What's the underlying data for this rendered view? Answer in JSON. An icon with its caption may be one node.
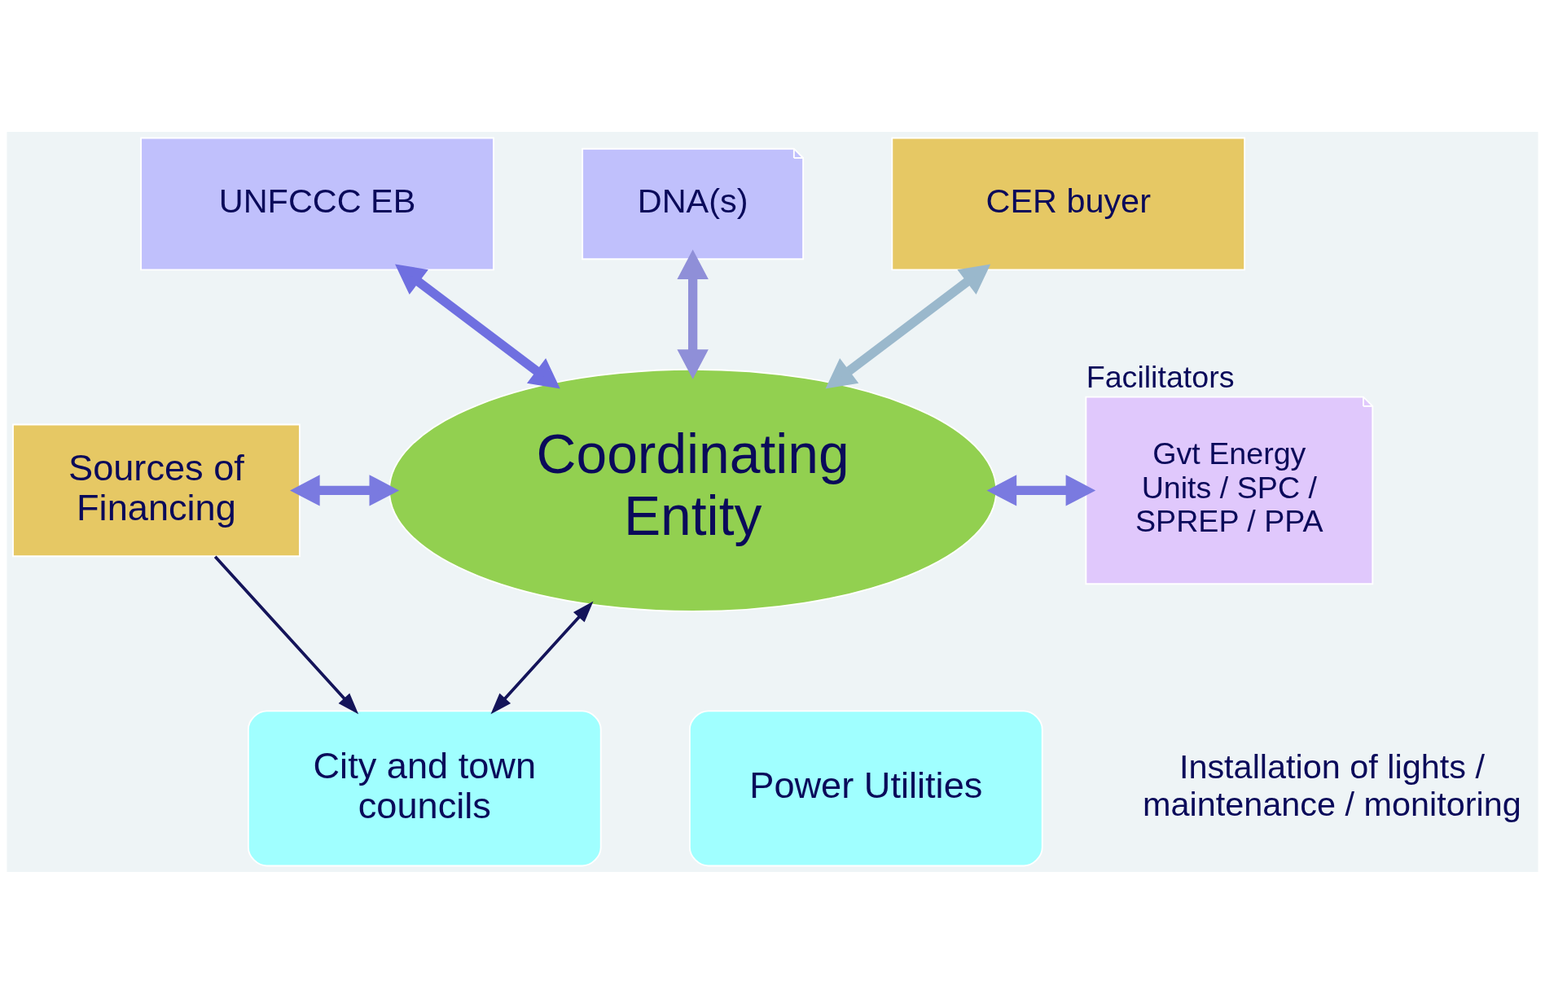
{
  "diagram": {
    "nodes": [
      {
        "text": [
          "UNFCCC EB"
        ]
      },
      {
        "text": [
          "DNA(s)"
        ]
      },
      {
        "text": [
          "CER buyer"
        ]
      },
      {
        "text": [
          "Coordinating Entity"
        ]
      },
      {
        "text": [
          "Sources of Financing"
        ]
      },
      {
        "text": [
          "Facilitators",
          "Gvt Energy Units / SPC / SPREP / PPA"
        ]
      },
      {
        "text": [
          "City and town councils"
        ]
      },
      {
        "text": [
          "Power Utilities"
        ]
      }
    ],
    "edges": [
      {
        "from": 0,
        "to": 3,
        "arrow": "both",
        "color": "#6f6fe0"
      },
      {
        "from": 1,
        "to": 3,
        "arrow": "both",
        "color": "#8f8fd8"
      },
      {
        "from": 2,
        "to": 3,
        "arrow": "both",
        "color": "#9ab8cc"
      },
      {
        "from": 4,
        "to": 3,
        "arrow": "both",
        "color": "#7a7ae0"
      },
      {
        "from": 3,
        "to": 5,
        "arrow": "both",
        "color": "#7a7ae0"
      },
      {
        "from": 4,
        "to": 6,
        "arrow": "to",
        "color": "#14145a"
      },
      {
        "from": 3,
        "to": 6,
        "arrow": "both",
        "color": "#14145a"
      }
    ],
    "labels": [
      "Installation of lights / maintenance / monitoring"
    ]
  }
}
